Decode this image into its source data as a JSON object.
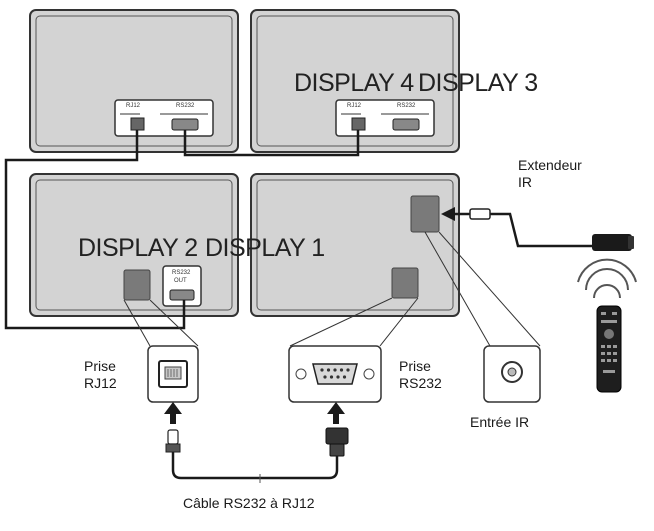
{
  "labels": {
    "display_4": "DISPLAY 4",
    "display_3": "DISPLAY 3",
    "display_2": "DISPLAY 2",
    "display_1": "DISPLAY 1",
    "ir_extender": "Extendeur\nIR",
    "rj12_socket": "Prise\nRJ12",
    "rs232_socket": "Prise\nRS232",
    "ir_input": "Entrée IR",
    "cable": "Câble RS232 à RJ12"
  },
  "port_labels": {
    "d4_rj12": "RJ12",
    "d4_rs232": "RS232",
    "d3_rj12": "RJ12",
    "d3_rs232": "RS232",
    "d2_rs232": "RS232",
    "d2_out": "OUT"
  }
}
